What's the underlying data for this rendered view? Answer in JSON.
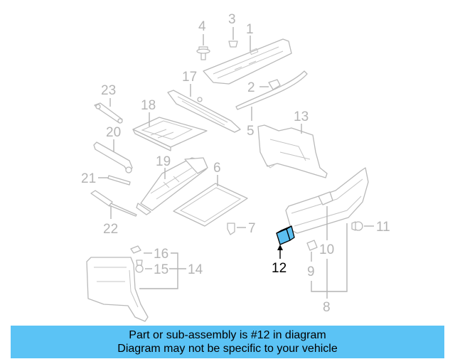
{
  "callouts": {
    "c1": "1",
    "c2": "2",
    "c3": "3",
    "c4": "4",
    "c5": "5",
    "c6": "6",
    "c7": "7",
    "c8": "8",
    "c9": "9",
    "c10": "10",
    "c11": "11",
    "c12": "12",
    "c13": "13",
    "c14": "14",
    "c15": "15",
    "c16": "16",
    "c17": "17",
    "c18": "18",
    "c19": "19",
    "c20": "20",
    "c21": "21",
    "c22": "22",
    "c23": "23"
  },
  "highlighted_part": "12",
  "banner": {
    "line1": "Part or sub-assembly is #12 in diagram",
    "line2": "Diagram may not be specific to your vehicle"
  },
  "colors": {
    "banner_bg": "#5bc3f5",
    "highlight_fill": "#5cbff0",
    "part_line": "#b9b9b9"
  }
}
